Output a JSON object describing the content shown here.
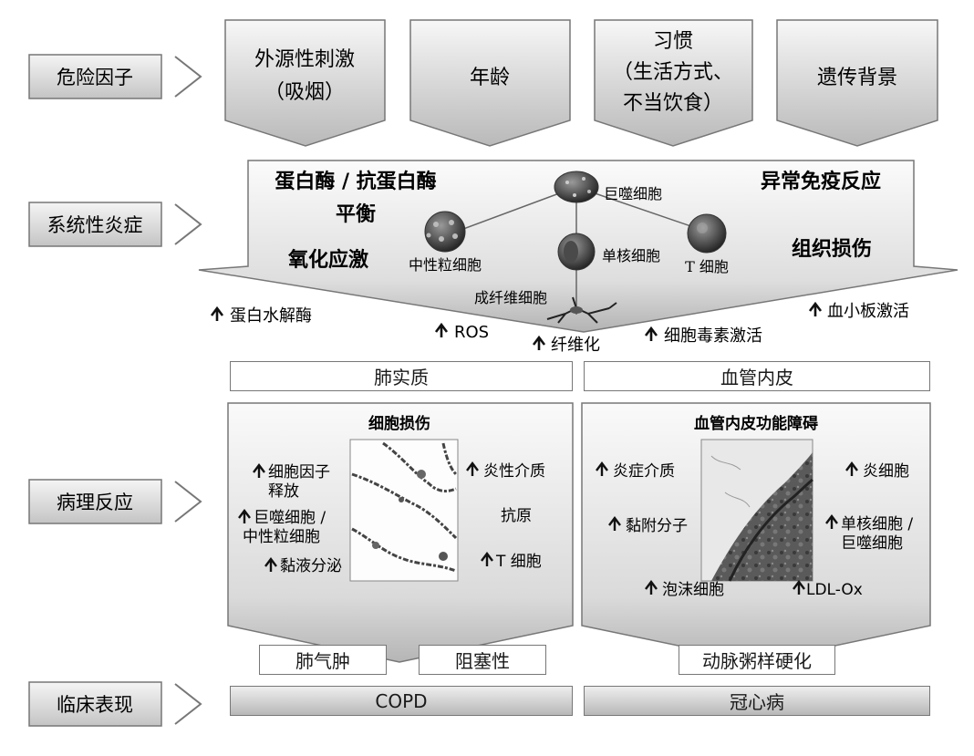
{
  "rows": {
    "risk_factors": "危险因子",
    "systemic_inflammation": "系统性炎症",
    "pathology": "病理反应",
    "clinical": "临床表现"
  },
  "risk_factors": {
    "external": [
      "外源性刺激",
      "（吸烟）"
    ],
    "age": "年龄",
    "habits": [
      "习惯",
      "（生活方式、",
      "不当饮食）"
    ],
    "genetic": "遗传背景"
  },
  "inflammation": {
    "protease_1": "蛋白酶 / 抗蛋白酶",
    "protease_2": "平衡",
    "oxidative": "氧化应激",
    "immune": "异常免疫反应",
    "tissue": "组织损伤",
    "macrophage": "巨噬细胞",
    "neutrophil": "中性粒细胞",
    "monocyte": "单核细胞",
    "tcell": "T 细胞",
    "fibroblast": "成纤维细胞"
  },
  "effects": {
    "proteolytic": "蛋白水解酶",
    "ros": "ROS",
    "fibrosis": "纤维化",
    "cytotoxin": "细胞毒素激活",
    "platelet": "血小板激活"
  },
  "sections": {
    "lung": "肺实质",
    "vascular": "血管内皮"
  },
  "lung_panel": {
    "title": "细胞损伤",
    "cytokine_1": "细胞因子",
    "cytokine_2": "释放",
    "macrophage_1": "巨噬细胞 /",
    "macrophage_2": "中性粒细胞",
    "mucus": "黏液分泌",
    "mediator": "炎性介质",
    "antigen": "抗原",
    "tcell": "T 细胞"
  },
  "vascular_panel": {
    "title": "血管内皮功能障碍",
    "mediator": "炎症介质",
    "adhesion": "黏附分子",
    "foam": "泡沫细胞",
    "inflam_cell": "炎细胞",
    "mono_1": "单核细胞 /",
    "mono_2": "巨噬细胞",
    "ldl": "LDL-Ox"
  },
  "outcomes": {
    "emphysema": "肺气肿",
    "obstructive": "阻塞性",
    "atherosclerosis": "动脉粥样硬化"
  },
  "clinical": {
    "copd": "COPD",
    "chd": "冠心病"
  },
  "colors": {
    "stroke": "#777777",
    "fill_light": "#f4f4f4",
    "fill_dark": "#bdbdbd",
    "arrow_up": "#111111"
  }
}
